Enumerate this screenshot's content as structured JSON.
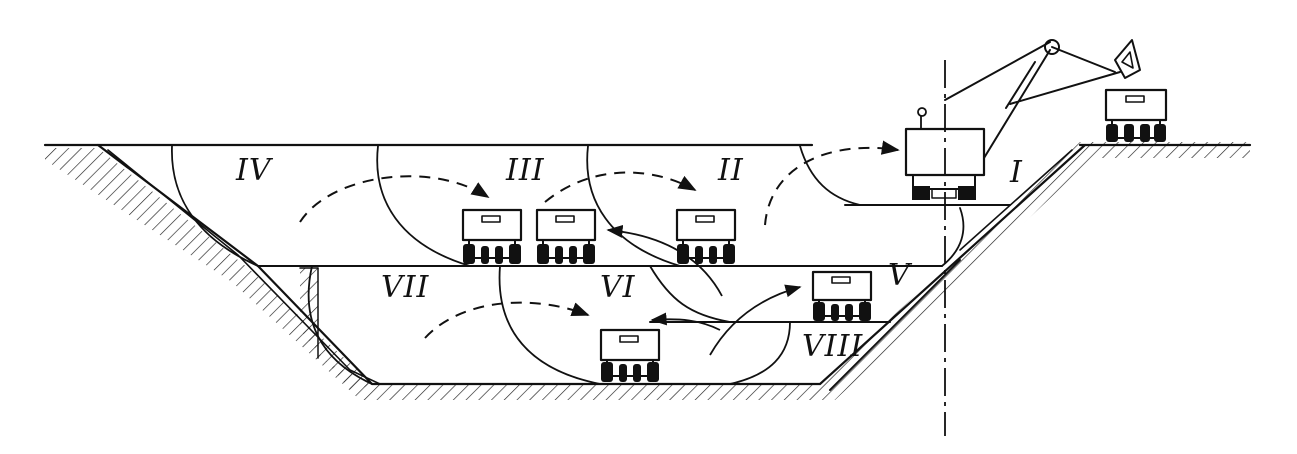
{
  "diagram": {
    "zones": [
      "I",
      "II",
      "III",
      "IV",
      "V",
      "VI",
      "VII",
      "VIII"
    ]
  }
}
